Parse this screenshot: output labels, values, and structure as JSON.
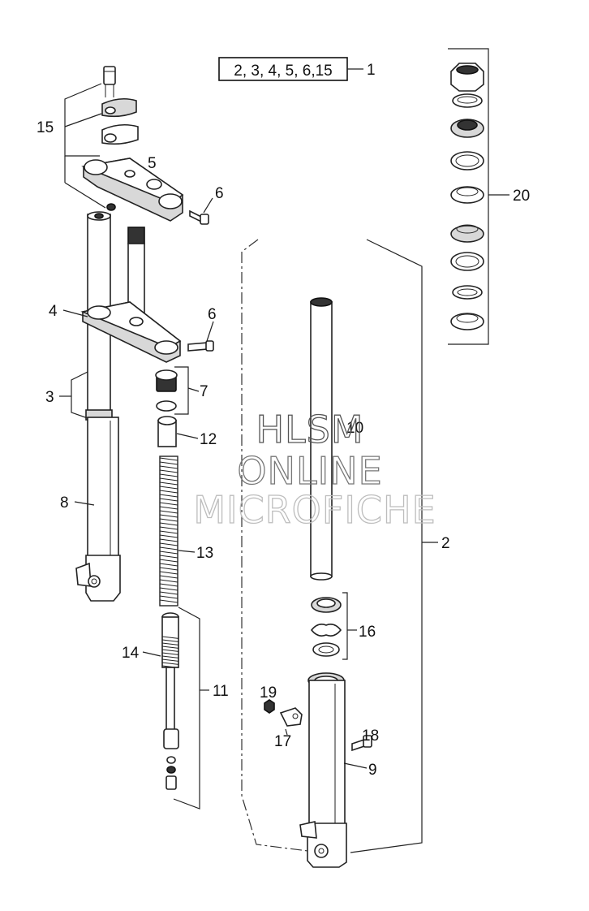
{
  "callouts": {
    "c1": "1",
    "c2": "2",
    "c3": "3",
    "c4": "4",
    "c5": "5",
    "c6a": "6",
    "c6b": "6",
    "c7": "7",
    "c8": "8",
    "c9": "9",
    "c10": "10",
    "c11": "11",
    "c12": "12",
    "c13": "13",
    "c14": "14",
    "c15": "15",
    "c16": "16",
    "c17": "17",
    "c18": "18",
    "c19": "19",
    "c20": "20"
  },
  "kit_box": "2, 3, 4, 5, 6,15",
  "watermark": {
    "line1": "HLSM",
    "line2": "ONLINE",
    "line3": "MICROFICHE",
    "color_outline": "#666666",
    "color_faint": "#c8c8c8"
  }
}
